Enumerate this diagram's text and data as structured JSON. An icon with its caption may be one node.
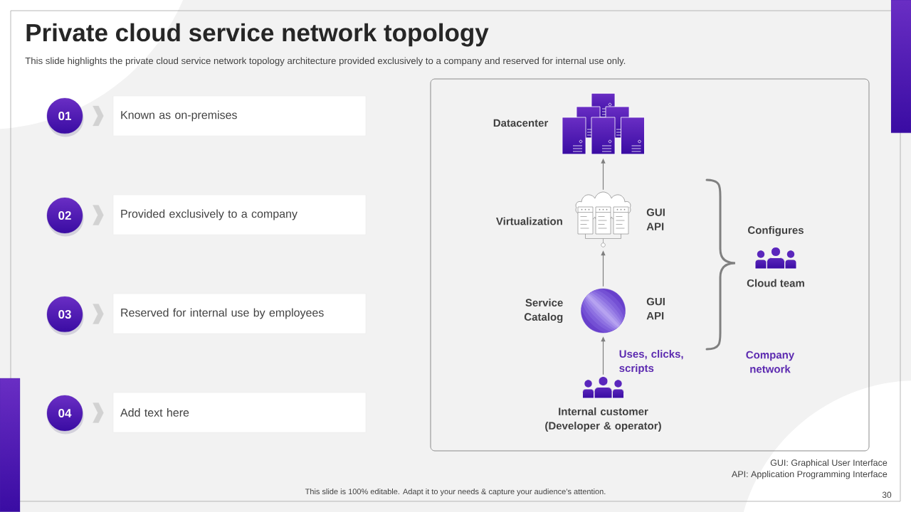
{
  "diagram": {
    "title": "Private cloud service network topology",
    "caption": "This slide highlights the private cloud service network topology architecture provided exclusively to a company and reserved for internal use only.",
    "nodes": [
      {
        "text": [
          "01"
        ]
      },
      {
        "text": [
          "Known as on-premises"
        ]
      },
      {
        "text": [
          "02"
        ]
      },
      {
        "text": [
          "Provided exclusively to a company"
        ]
      },
      {
        "text": [
          "03"
        ]
      },
      {
        "text": [
          "Reserved for internal use by employees"
        ]
      },
      {
        "text": [
          "04"
        ]
      },
      {
        "text": [
          "Add text here"
        ]
      },
      {
        "text": [],
        "shape": "box"
      },
      {
        "text": [],
        "shape": "picture",
        "in": 8,
        "beside": [
          "Datacenter"
        ]
      },
      {
        "text": [],
        "shape": "picture",
        "in": 8,
        "beside": [
          "Virtualization",
          "GUI API"
        ]
      },
      {
        "text": [],
        "shape": "picture",
        "in": 8,
        "beside": [
          "Configures",
          "Cloud team"
        ]
      },
      {
        "text": [],
        "shape": "circle",
        "in": 8,
        "beside": [
          "Service Catalog",
          "GUI API"
        ]
      },
      {
        "text": [],
        "shape": "picture",
        "in": 8,
        "beside": [
          "Internal customer (Developer & operator)"
        ]
      }
    ],
    "edges": [
      {
        "from": 0,
        "to": 1,
        "arrow": "to"
      },
      {
        "from": 2,
        "to": 3,
        "arrow": "to"
      },
      {
        "from": 4,
        "to": 5,
        "arrow": "to"
      },
      {
        "from": 6,
        "to": 7,
        "arrow": "to"
      },
      {
        "from": 13,
        "to": 12,
        "arrow": "to",
        "label": "Uses, clicks, scripts",
        "color": "#7f7f7f"
      },
      {
        "from": 12,
        "to": 10,
        "arrow": "to",
        "color": "#7f7f7f"
      },
      {
        "from": 10,
        "to": 9,
        "arrow": "to",
        "color": "#7f7f7f"
      }
    ],
    "labels": [
      "Company network",
      "GUI: Graphical User Interface",
      "API: Application Programming Interface",
      "This slide is 100% editable. Adapt it to your needs & capture your audience’s attention.",
      "30"
    ]
  }
}
